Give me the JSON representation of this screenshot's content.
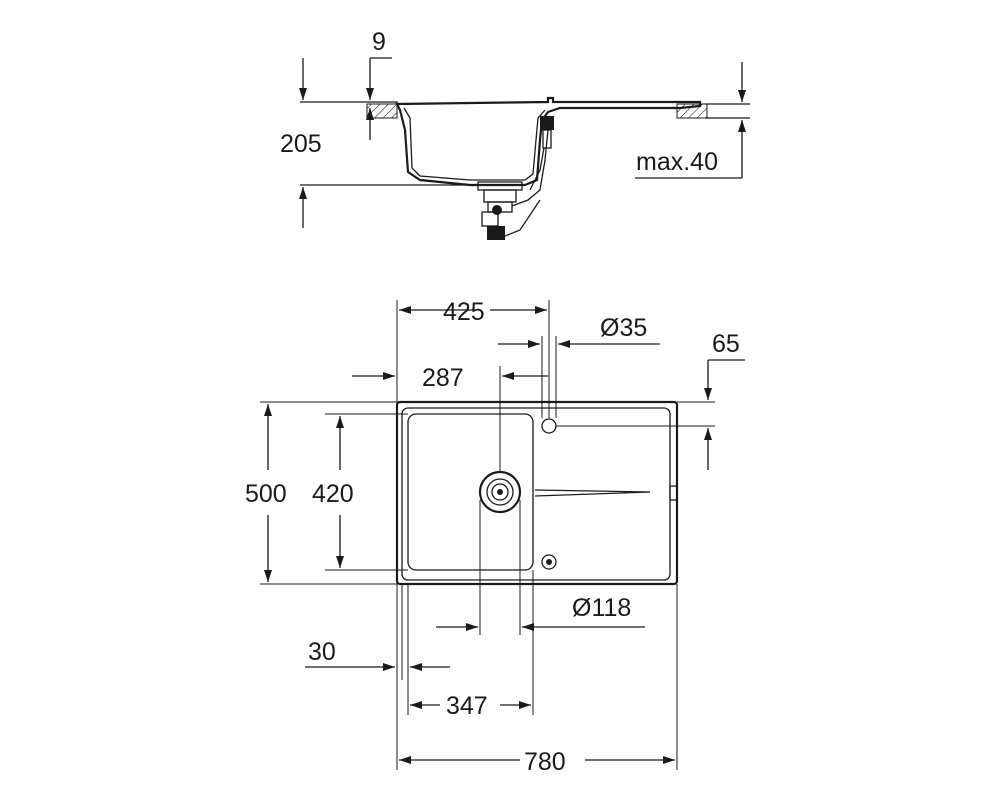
{
  "side_view": {
    "dim_rim": "9",
    "dim_depth": "205",
    "dim_countertop": "max.40"
  },
  "top_view": {
    "dim_bowl_to_taphole": "425",
    "dim_taphole_diameter": "Ø35",
    "dim_taphole_offset": "65",
    "dim_drain_offset": "287",
    "dim_overall_depth": "500",
    "dim_bowl_depth": "420",
    "dim_drain_diameter": "Ø118",
    "dim_edge": "30",
    "dim_bowl_width": "347",
    "dim_overall_width": "780"
  }
}
